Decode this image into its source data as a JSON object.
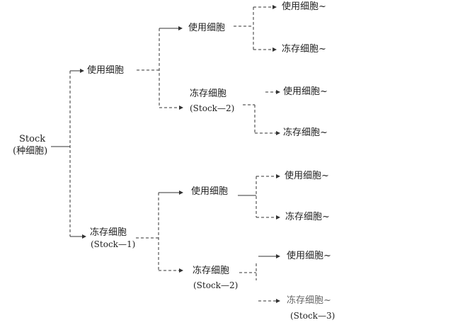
{
  "root": {
    "label": "Stock",
    "sublabel": "(种细胞)"
  },
  "level1": [
    {
      "label": "使用细胞",
      "sublabel": null
    },
    {
      "label": "冻存细胞",
      "sublabel": "(Stock—1)"
    }
  ],
  "level2": [
    {
      "label": "使用细胞",
      "sublabel": null
    },
    {
      "label": "冻存细胞",
      "sublabel": "(Stock—2)"
    },
    {
      "label": "使用细胞",
      "sublabel": null
    },
    {
      "label": "冻存细胞",
      "sublabel": "(Stock—2)"
    }
  ],
  "level3": [
    {
      "label": "使用细胞~",
      "sublabel": null
    },
    {
      "label": "冻存细胞~",
      "sublabel": null
    },
    {
      "label": "使用细胞~",
      "sublabel": null
    },
    {
      "label": "冻存细胞~",
      "sublabel": null
    },
    {
      "label": "使用细胞~",
      "sublabel": null
    },
    {
      "label": "冻存细胞~",
      "sublabel": null
    },
    {
      "label": "使用细胞~",
      "sublabel": null
    },
    {
      "label": "冻存细胞~",
      "sublabel": "(Stock—3)"
    }
  ]
}
